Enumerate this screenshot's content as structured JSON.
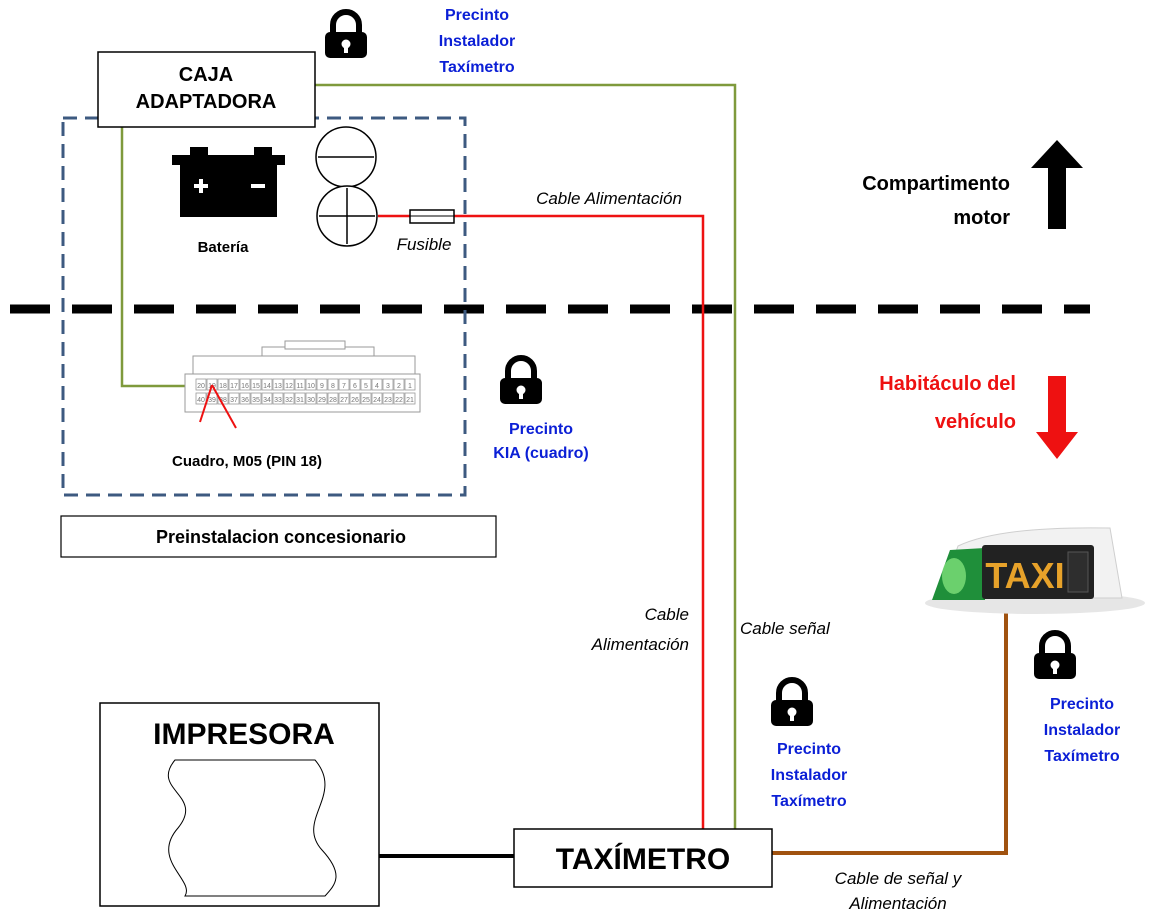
{
  "boxes": {
    "caja_line1": "CAJA",
    "caja_line2": "ADAPTADORA",
    "preinstalacion": "Preinstalacion concesionario",
    "impresora": "IMPRESORA",
    "taximetro": "TAXÍMETRO"
  },
  "labels": {
    "bateria": "Batería",
    "fusible": "Fusible",
    "cuadro": "Cuadro, M05 (PIN 18)",
    "compartimento_line1": "Compartimento",
    "compartimento_line2": "motor",
    "habitaculo_line1": "Habitáculo del",
    "habitaculo_line2": "vehículo",
    "taxi_sign": "TAXI"
  },
  "cables": {
    "alimentacion_top": "Cable Alimentación",
    "alimentacion_mid_line1": "Cable",
    "alimentacion_mid_line2": "Alimentación",
    "senal": "Cable señal",
    "senal_alim_line1": "Cable de señal y",
    "senal_alim_line2": "Alimentación"
  },
  "seals": {
    "top": [
      "Precinto",
      "Instalador",
      "Taxímetro"
    ],
    "kia": [
      "Precinto",
      "KIA (cuadro)"
    ],
    "middle": [
      "Precinto",
      "Instalador",
      "Taxímetro"
    ],
    "right": [
      "Precinto",
      "Instalador",
      "Taxímetro"
    ]
  },
  "connector_pins": {
    "top_row": [
      "20",
      "19",
      "18",
      "17",
      "16",
      "15",
      "14",
      "13",
      "12",
      "11",
      "10",
      "9",
      "8",
      "7",
      "6",
      "5",
      "4",
      "3",
      "2",
      "1"
    ],
    "bottom_row": [
      "40",
      "39",
      "38",
      "37",
      "36",
      "35",
      "34",
      "33",
      "32",
      "31",
      "30",
      "29",
      "28",
      "27",
      "26",
      "25",
      "24",
      "23",
      "22",
      "21"
    ]
  },
  "colors": {
    "green_wire": "#7f9a3c",
    "red_wire": "#ee1111",
    "brown_wire": "#a0520f",
    "dashed_box": "#3d5a80",
    "seal_text": "#0b1fd6",
    "habitaculo_text": "#ee1111"
  }
}
